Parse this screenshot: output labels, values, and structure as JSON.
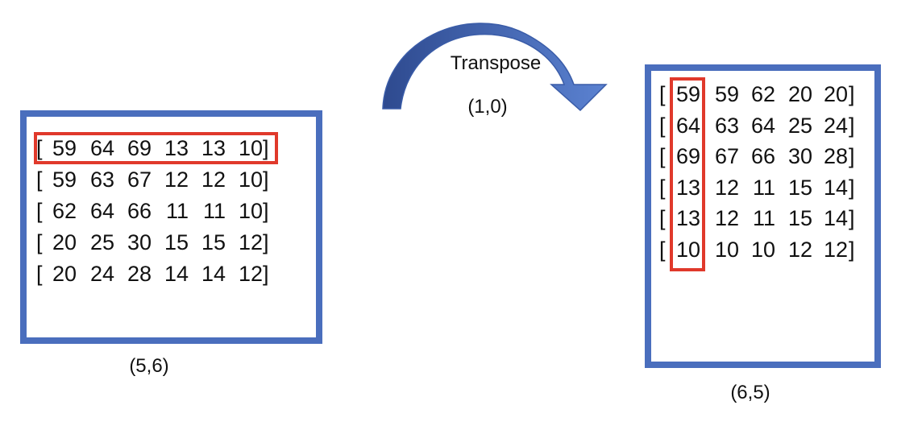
{
  "colors": {
    "box_border": "#4A6EBD",
    "box_border_dark": "#2F4F97",
    "highlight": "#E0392B",
    "arrow_light": "#5B82D1",
    "arrow_dark": "#2E4A8F",
    "text": "#111111"
  },
  "operation": {
    "label": "Transpose",
    "axes": "(1,0)",
    "icon": "curved-arrow-icon"
  },
  "left_matrix": {
    "shape": "(5,6)",
    "open_bracket": "[",
    "close_bracket": "]",
    "rows": [
      [
        "59",
        "64",
        "69",
        "13",
        "13",
        "10"
      ],
      [
        "59",
        "63",
        "67",
        "12",
        "12",
        "10"
      ],
      [
        "62",
        "64",
        "66",
        "11",
        "11",
        "10"
      ],
      [
        "20",
        "25",
        "30",
        "15",
        "15",
        "12"
      ],
      [
        "20",
        "24",
        "28",
        "14",
        "14",
        "12"
      ]
    ]
  },
  "right_matrix": {
    "shape": "(6,5)",
    "open_bracket": "[",
    "close_bracket": "]",
    "rows": [
      [
        "59",
        "59",
        "62",
        "20",
        "20"
      ],
      [
        "64",
        "63",
        "64",
        "25",
        "24"
      ],
      [
        "69",
        "67",
        "66",
        "30",
        "28"
      ],
      [
        "13",
        "12",
        "11",
        "15",
        "14"
      ],
      [
        "13",
        "12",
        "11",
        "15",
        "14"
      ],
      [
        "10",
        "10",
        "10",
        "12",
        "12"
      ]
    ]
  }
}
